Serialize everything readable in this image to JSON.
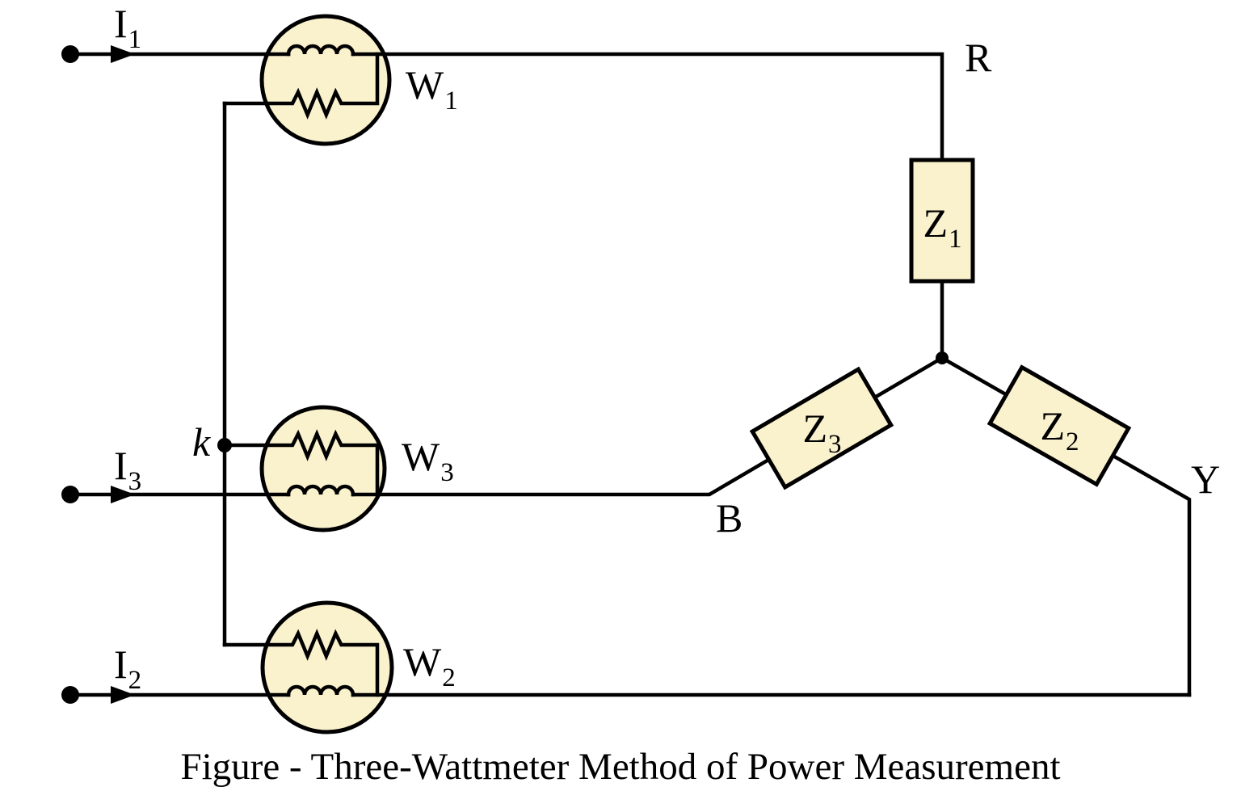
{
  "diagram": {
    "caption": "Figure - Three-Wattmeter Method of Power Measurement",
    "colors": {
      "component_fill": "#FAF1CD",
      "line_stroke": "#000000",
      "background": "#FFFFFF"
    },
    "labels": {
      "i1": {
        "base": "I",
        "sub": "1"
      },
      "i2": {
        "base": "I",
        "sub": "2"
      },
      "i3": {
        "base": "I",
        "sub": "3"
      },
      "w1": {
        "base": "W",
        "sub": "1"
      },
      "w2": {
        "base": "W",
        "sub": "2"
      },
      "w3": {
        "base": "W",
        "sub": "3"
      },
      "z1": {
        "base": "Z",
        "sub": "1"
      },
      "z2": {
        "base": "Z",
        "sub": "2"
      },
      "z3": {
        "base": "Z",
        "sub": "3"
      },
      "common_point": "k",
      "phase_r": "R",
      "phase_y": "Y",
      "phase_b": "B"
    }
  }
}
